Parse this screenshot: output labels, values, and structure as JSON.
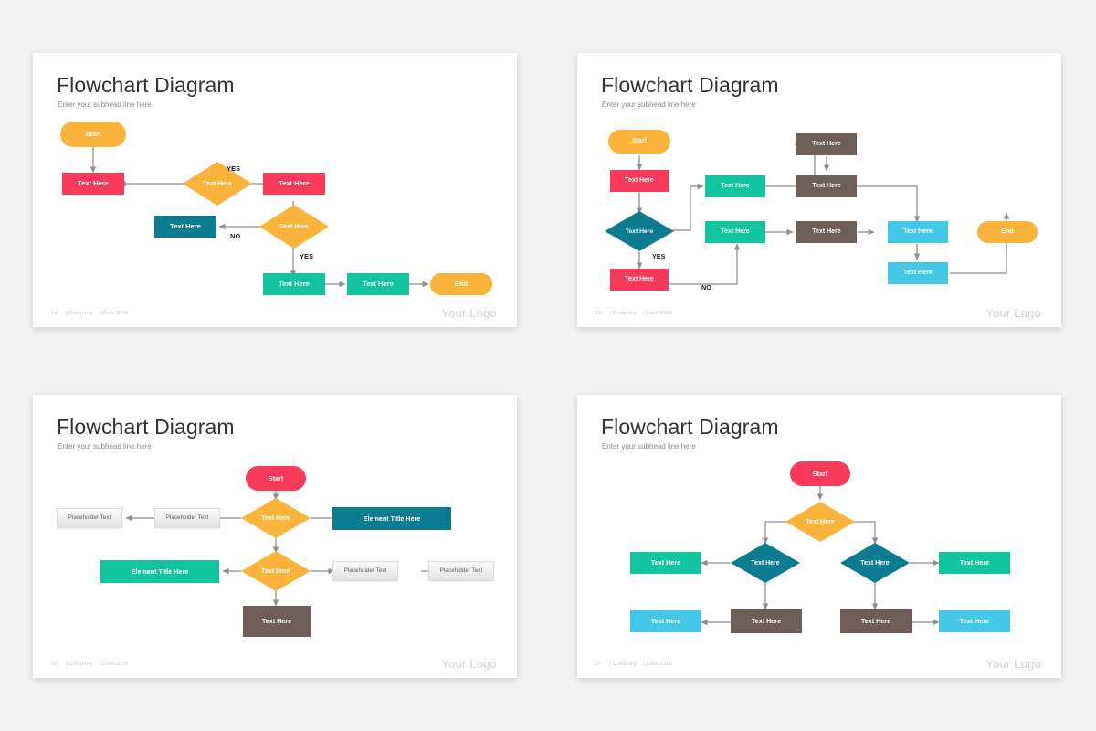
{
  "page": {
    "background": "#f2f2f2",
    "slide_count": 4
  },
  "palette": {
    "orange": "#FAB43C",
    "pink": "#F93A5A",
    "teal_dark": "#0E7C90",
    "green": "#12C4A0",
    "brown": "#6D5F58",
    "sky": "#45C8E8",
    "gray_ghost": "#EDEDED",
    "title": "#333333",
    "subhead": "#8A8A8A",
    "footer": "#C3C3C3",
    "logo": "#D3D3D3",
    "connector": "#8E8E8E"
  },
  "common": {
    "title": "Flowchart Diagram",
    "subhead": "Enter your subhead line here",
    "footer_company": "| Company",
    "footer_date": "| Date 2020",
    "logo": "Your Logo"
  },
  "slides": [
    {
      "id": "slide-1",
      "page_number": "14",
      "title": "Flowchart Diagram",
      "subhead": "Enter your subhead line here",
      "footer_company": "| Company",
      "footer_date": "| Date 2020",
      "logo": "Your Logo",
      "nodes": [
        {
          "key": "n1",
          "label": "Start",
          "shape": "pill",
          "color": "orange"
        },
        {
          "key": "n2",
          "label": "Text Here",
          "shape": "rect",
          "color": "pink"
        },
        {
          "key": "n3",
          "label": "Text Here",
          "shape": "diamond",
          "color": "orange"
        },
        {
          "key": "n4",
          "label": "Text Here",
          "shape": "rect",
          "color": "pink"
        },
        {
          "key": "n5",
          "label": "Text Here",
          "shape": "diamond",
          "color": "orange"
        },
        {
          "key": "n6",
          "label": "Text Here",
          "shape": "rect",
          "color": "teal_dark"
        },
        {
          "key": "n7",
          "label": "Text Here",
          "shape": "rect",
          "color": "green"
        },
        {
          "key": "n8",
          "label": "Text Here",
          "shape": "rect",
          "color": "green"
        },
        {
          "key": "n9",
          "label": "End",
          "shape": "pill",
          "color": "orange"
        }
      ],
      "edge_labels": [
        "YES",
        "NO",
        "YES"
      ]
    },
    {
      "id": "slide-2",
      "page_number": "15",
      "title": "Flowchart Diagram",
      "subhead": "Enter your subhead line here",
      "footer_company": "| Company",
      "footer_date": "| Date 2020",
      "logo": "Your Logo",
      "nodes": [
        {
          "key": "m1",
          "label": "Start",
          "shape": "pill",
          "color": "orange"
        },
        {
          "key": "m2",
          "label": "Text Here",
          "shape": "rect",
          "color": "pink"
        },
        {
          "key": "m3",
          "label": "Text Here",
          "shape": "diamond",
          "color": "teal_dark"
        },
        {
          "key": "m4",
          "label": "Text Here",
          "shape": "rect",
          "color": "pink"
        },
        {
          "key": "m5",
          "label": "Text Here",
          "shape": "rect",
          "color": "green"
        },
        {
          "key": "m6",
          "label": "Text Here",
          "shape": "rect",
          "color": "green"
        },
        {
          "key": "m7",
          "label": "Text Here",
          "shape": "rect",
          "color": "brown"
        },
        {
          "key": "m8",
          "label": "Text Here",
          "shape": "rect",
          "color": "brown"
        },
        {
          "key": "m9",
          "label": "Text Here",
          "shape": "rect",
          "color": "brown"
        },
        {
          "key": "m10",
          "label": "Text Here",
          "shape": "rect",
          "color": "sky"
        },
        {
          "key": "m11",
          "label": "Text Here",
          "shape": "rect",
          "color": "sky"
        },
        {
          "key": "m12",
          "label": "End",
          "shape": "pill",
          "color": "orange"
        }
      ],
      "edge_labels": [
        "YES",
        "NO"
      ]
    },
    {
      "id": "slide-3",
      "page_number": "16",
      "title": "Flowchart Diagram",
      "subhead": "Enter your subhead line here",
      "footer_company": "| Company",
      "footer_date": "| Date 2020",
      "logo": "Your Logo",
      "nodes": [
        {
          "key": "p1",
          "label": "Start",
          "shape": "pill",
          "color": "pink"
        },
        {
          "key": "p2",
          "label": "Text Here",
          "shape": "diamond",
          "color": "orange"
        },
        {
          "key": "p3",
          "label": "Text Here",
          "shape": "diamond",
          "color": "orange"
        },
        {
          "key": "p4",
          "label": "Placeholder Text",
          "shape": "rect",
          "color": "ghost"
        },
        {
          "key": "p5",
          "label": "Placeholder Text",
          "shape": "rect",
          "color": "ghost"
        },
        {
          "key": "p6",
          "label": "Element Title Here",
          "shape": "rect",
          "color": "teal_dark"
        },
        {
          "key": "p7",
          "label": "Element Title Here",
          "shape": "rect",
          "color": "green"
        },
        {
          "key": "p8",
          "label": "Placeholder Text",
          "shape": "rect",
          "color": "ghost"
        },
        {
          "key": "p9",
          "label": "Placeholder Text",
          "shape": "rect",
          "color": "ghost"
        },
        {
          "key": "p10",
          "label": "Text Here",
          "shape": "rect",
          "color": "brown"
        }
      ],
      "edge_labels": []
    },
    {
      "id": "slide-4",
      "page_number": "17",
      "title": "Flowchart Diagram",
      "subhead": "Enter your subhead line here",
      "footer_company": "| Company",
      "footer_date": "| Date 2020",
      "logo": "Your Logo",
      "nodes": [
        {
          "key": "q1",
          "label": "Start",
          "shape": "pill",
          "color": "pink"
        },
        {
          "key": "q2",
          "label": "Text Here",
          "shape": "diamond",
          "color": "orange"
        },
        {
          "key": "q3",
          "label": "Text Here",
          "shape": "diamond",
          "color": "teal_dark"
        },
        {
          "key": "q4",
          "label": "Text Here",
          "shape": "diamond",
          "color": "teal_dark"
        },
        {
          "key": "q5",
          "label": "Text Here",
          "shape": "rect",
          "color": "green"
        },
        {
          "key": "q6",
          "label": "Text Here",
          "shape": "rect",
          "color": "green"
        },
        {
          "key": "q7",
          "label": "Text Here",
          "shape": "rect",
          "color": "brown"
        },
        {
          "key": "q8",
          "label": "Text Here",
          "shape": "rect",
          "color": "brown"
        },
        {
          "key": "q9",
          "label": "Text Here",
          "shape": "rect",
          "color": "sky"
        },
        {
          "key": "q10",
          "label": "Text Here",
          "shape": "rect",
          "color": "sky"
        }
      ],
      "edge_labels": []
    }
  ]
}
